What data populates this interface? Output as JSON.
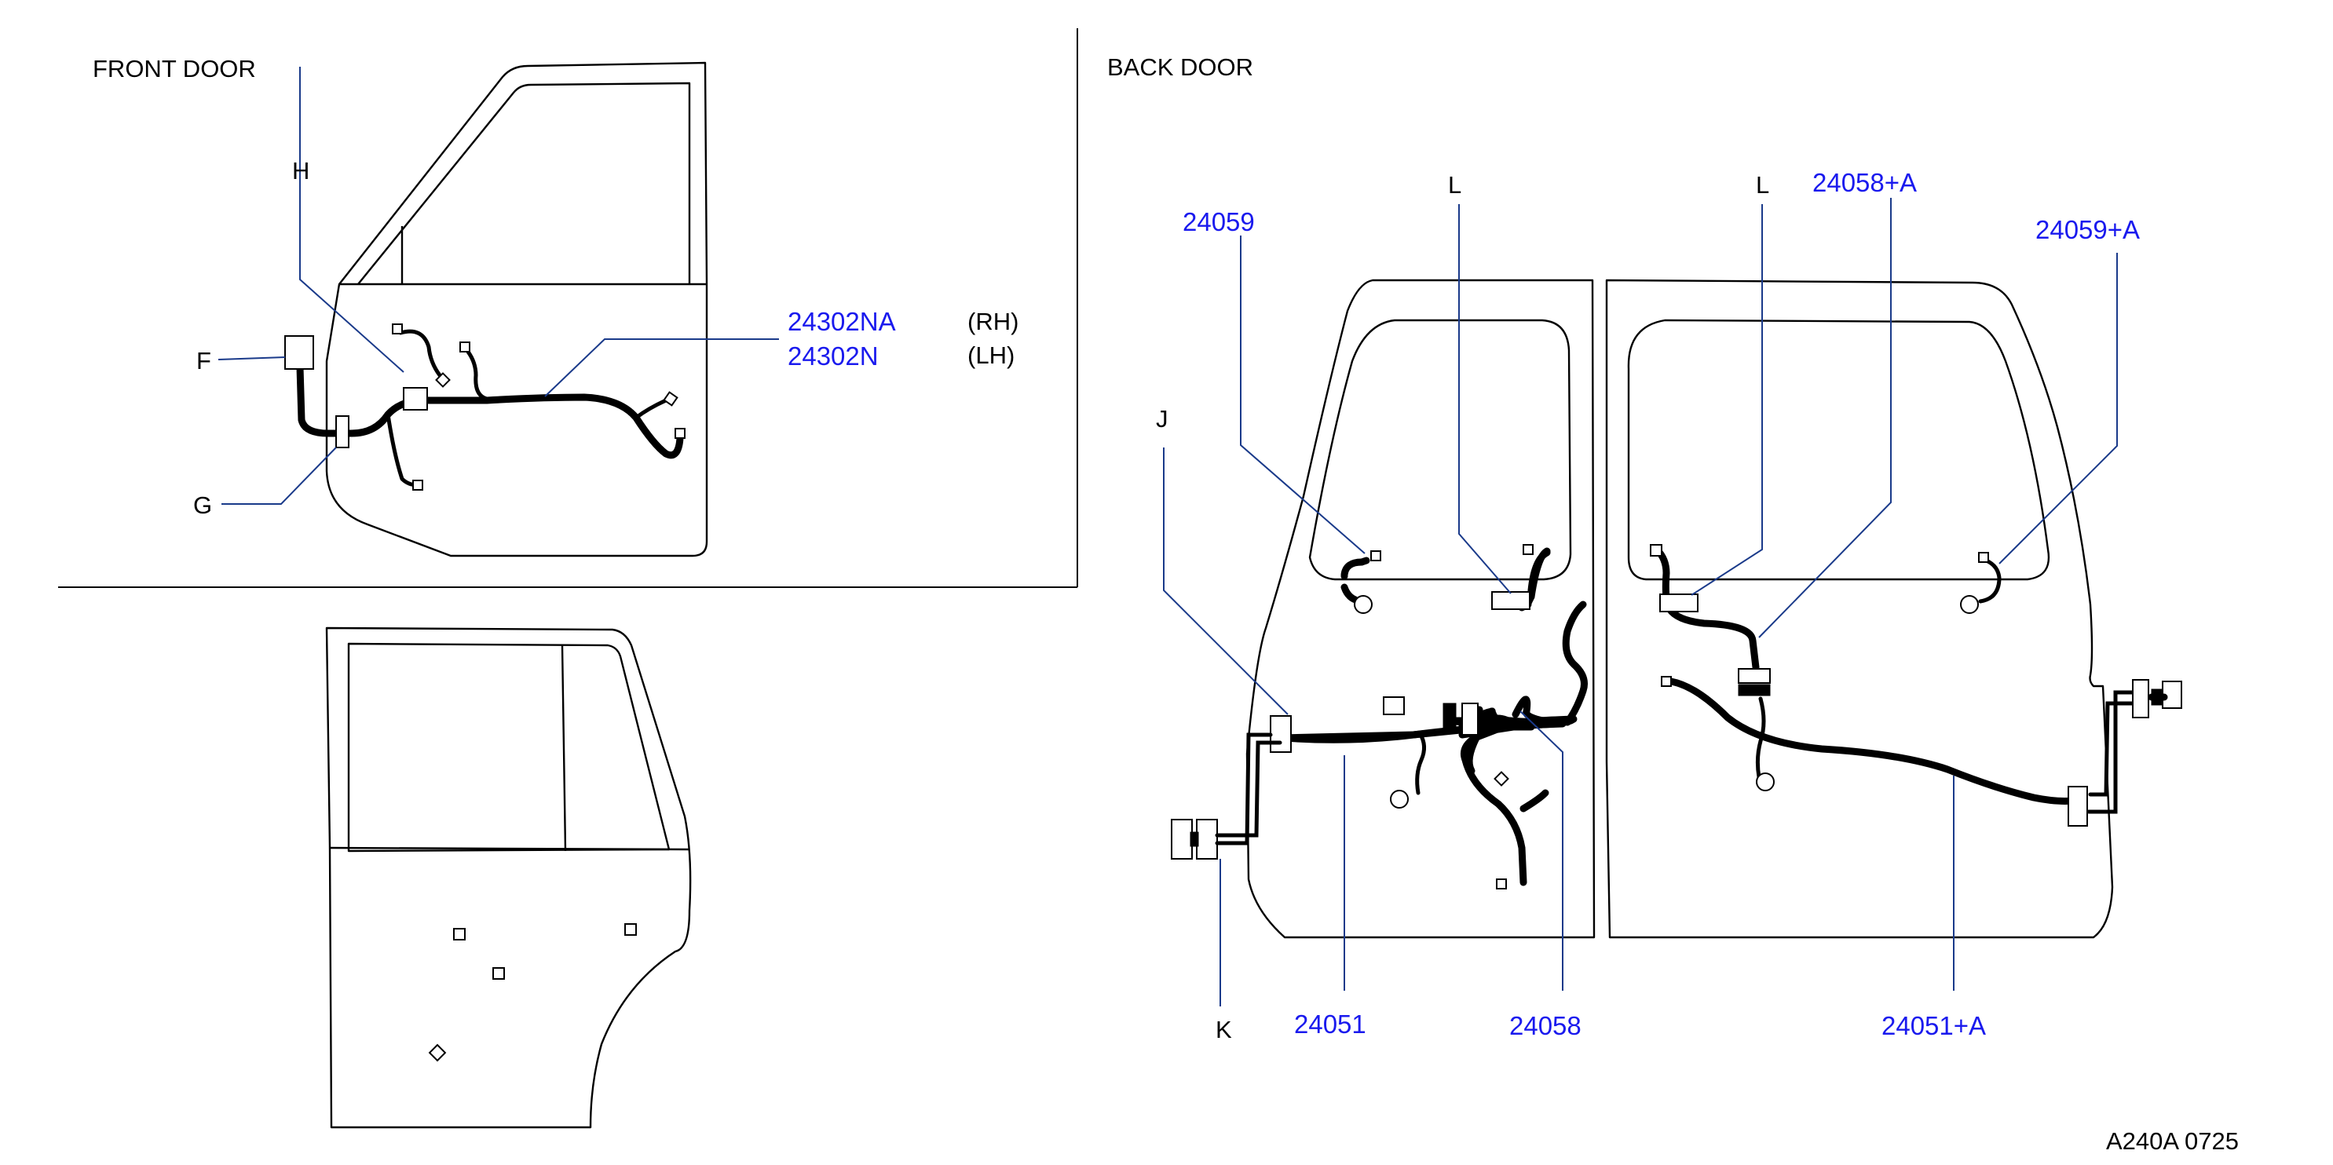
{
  "sections": {
    "front_door_title": "FRONT   DOOR",
    "back_door_title": "BACK   DOOR"
  },
  "callouts": {
    "F": "F",
    "G": "G",
    "H": "H",
    "J": "J",
    "K": "K",
    "L1": "L",
    "L2": "L"
  },
  "parts": {
    "p24302NA": "24302NA",
    "p24302N": "24302N",
    "rh": "(RH)",
    "lh": "(LH)",
    "p24059": "24059",
    "p24058A": "24058+A",
    "p24059A": "24059+A",
    "p24051": "24051",
    "p24058": "24058",
    "p24051A": "24051+A"
  },
  "footer": {
    "code": "A240A   0725"
  },
  "colors": {
    "part_number": "#1a1aee",
    "leader": "#1a3a8a",
    "line": "#000000"
  }
}
